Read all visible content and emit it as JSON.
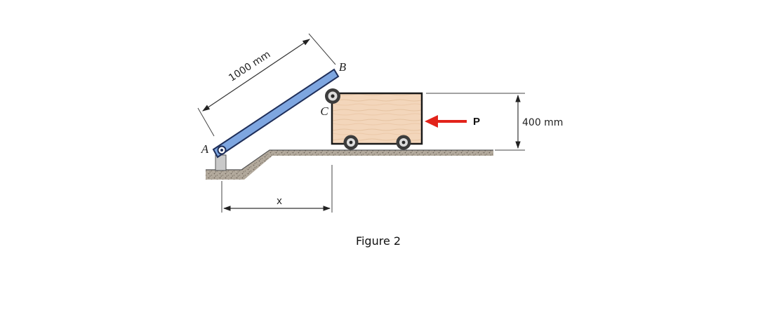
{
  "diagram": {
    "labels": {
      "point_a": "A",
      "point_b": "B",
      "point_c": "C",
      "force": "P",
      "length": "1000 mm",
      "height": "400 mm",
      "distance": "x"
    },
    "caption": "Figure 2",
    "colors": {
      "bar": "#7ea6e0",
      "bar_edge": "#1f2f5a",
      "force_arrow": "#e2231a",
      "crate": "#f3d6bb",
      "ground": "#a79f92"
    }
  }
}
